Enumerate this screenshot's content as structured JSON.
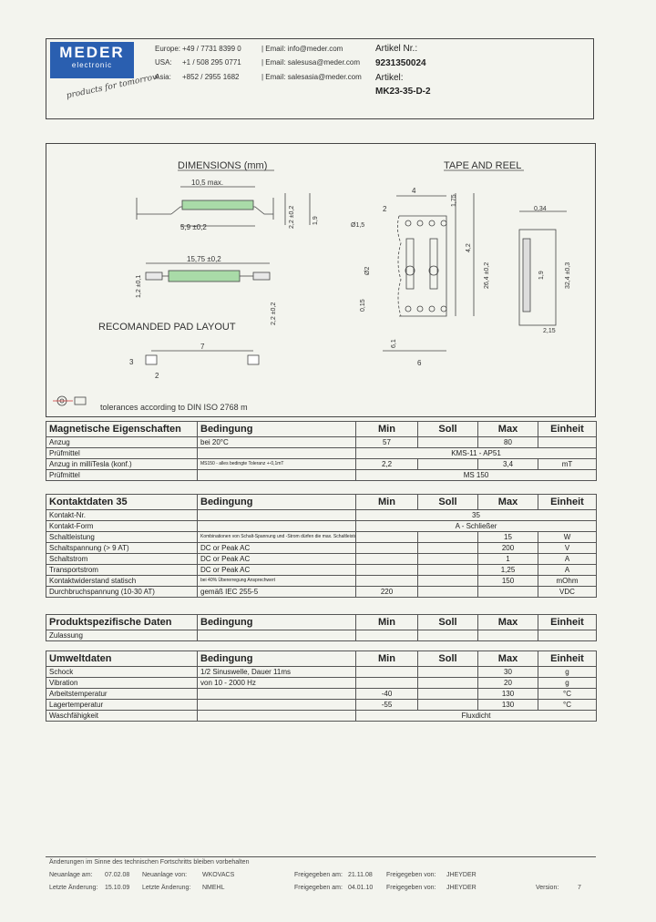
{
  "header": {
    "logo_line1": "MEDER",
    "logo_line2": "electronic",
    "logo_signature": "products for tomorrow",
    "contacts": [
      {
        "region": "Europe:",
        "phone": "+49 / 7731 8399 0",
        "email": "| Email: info@meder.com"
      },
      {
        "region": "USA:",
        "phone": "+1 / 508 295 0771",
        "email": "| Email: salesusa@meder.com"
      },
      {
        "region": "Asia:",
        "phone": "+852 / 2955 1682",
        "email": "| Email: salesasia@meder.com"
      }
    ],
    "artikel_nr_label": "Artikel Nr.:",
    "artikel_nr_value": "9231350024",
    "artikel_label": "Artikel:",
    "artikel_value": "MK23-35-D-2"
  },
  "drawing": {
    "dimensions_title": "DIMENSIONS (mm)",
    "tape_title": "TAPE AND REEL",
    "pad_title": "RECOMANDED PAD LAYOUT",
    "tolerance_note": "tolerances according to DIN ISO 2768 m",
    "dims": {
      "max_len": "10,5 max.",
      "d1": "5,9 ±0,2",
      "d2": "15,75 ±0,2",
      "d3": "1,2 ±0,1",
      "d4": "2,2 ±0,2",
      "d5": "2,2 ±0,2",
      "d6": "1,9",
      "pad_w": "7",
      "pad_h": "3",
      "pad_s": "2",
      "t1": "4",
      "t2": "2",
      "t3": "1,75",
      "t4": "4,2",
      "t5": "26,4 ±0,2",
      "t6": "0,34",
      "t7": "1,9",
      "t8": "32,4 ±0,3",
      "t9": "0,15",
      "t10": "6,1",
      "t11": "6",
      "t12": "2,15",
      "t13": "Ø1,5",
      "t14": "Ø2"
    }
  },
  "columns": {
    "cond": "Bedingung",
    "min": "Min",
    "soll": "Soll",
    "max": "Max",
    "unit": "Einheit"
  },
  "sections": [
    {
      "title": "Magnetische Eigenschaften",
      "rows": [
        {
          "name": "Anzug",
          "cond": "bei 20°C",
          "min": "57",
          "soll": "",
          "max": "80",
          "unit": "",
          "merged": ""
        },
        {
          "name": "Prüfmittel",
          "cond": "",
          "min": "",
          "soll": "",
          "max": "",
          "unit": "",
          "merged": "KMS-11 - AP51"
        },
        {
          "name": "Anzug in milliTesla (konf.)",
          "cond": "MS150 - alles bedingte Toleranz +-0,1mT",
          "tiny": true,
          "min": "2,2",
          "soll": "",
          "max": "3,4",
          "unit": "mT",
          "merged": ""
        },
        {
          "name": "Prüfmittel",
          "cond": "",
          "min": "",
          "soll": "",
          "max": "",
          "unit": "",
          "merged": "MS 150"
        }
      ]
    },
    {
      "title": "Kontaktdaten  35",
      "rows": [
        {
          "name": "Kontakt-Nr.",
          "cond": "",
          "min": "",
          "soll": "",
          "max": "",
          "unit": "",
          "merged": "35"
        },
        {
          "name": "Kontakt-Form",
          "cond": "",
          "min": "",
          "soll": "",
          "max": "",
          "unit": "",
          "merged": "A - Schließer"
        },
        {
          "name": "Schaltleistung",
          "cond": "Kombinationen von Schalt-Spannung und -Strom dürfen die max. Schaltleistung nicht überschreiten",
          "tiny": true,
          "min": "",
          "soll": "",
          "max": "15",
          "unit": "W",
          "merged": ""
        },
        {
          "name": "Schaltspannung (> 9 AT)",
          "cond": "DC or Peak AC",
          "min": "",
          "soll": "",
          "max": "200",
          "unit": "V",
          "merged": ""
        },
        {
          "name": "Schaltstrom",
          "cond": "DC or Peak AC",
          "min": "",
          "soll": "",
          "max": "1",
          "unit": "A",
          "merged": ""
        },
        {
          "name": "Transportstrom",
          "cond": "DC or Peak AC",
          "min": "",
          "soll": "",
          "max": "1,25",
          "unit": "A",
          "merged": ""
        },
        {
          "name": "Kontaktwiderstand statisch",
          "cond": "bei 40% Übererregung Ansprechwert",
          "tiny": true,
          "min": "",
          "soll": "",
          "max": "150",
          "unit": "mOhm",
          "merged": ""
        },
        {
          "name": "Durchbruchspannung (10-30 AT)",
          "cond": "gemäß  IEC 255-5",
          "min": "220",
          "soll": "",
          "max": "",
          "unit": "VDC",
          "merged": ""
        }
      ]
    },
    {
      "title": "Produktspezifische Daten",
      "rows": [
        {
          "name": "Zulassung",
          "cond": "",
          "min": "",
          "soll": "",
          "max": "",
          "unit": "",
          "merged": ""
        }
      ]
    },
    {
      "title": "Umweltdaten",
      "rows": [
        {
          "name": "Schock",
          "cond": "1/2 Sinuswelle, Dauer 11ms",
          "min": "",
          "soll": "",
          "max": "30",
          "unit": "g",
          "merged": ""
        },
        {
          "name": "Vibration",
          "cond": "von  10 - 2000 Hz",
          "min": "",
          "soll": "",
          "max": "20",
          "unit": "g",
          "merged": ""
        },
        {
          "name": "Arbeitstemperatur",
          "cond": "",
          "min": "-40",
          "soll": "",
          "max": "130",
          "unit": "°C",
          "merged": ""
        },
        {
          "name": "Lagertemperatur",
          "cond": "",
          "min": "-55",
          "soll": "",
          "max": "130",
          "unit": "°C",
          "merged": ""
        },
        {
          "name": "Waschfähigkeit",
          "cond": "",
          "min": "",
          "soll": "",
          "max": "",
          "unit": "",
          "merged": "Fluxdicht"
        }
      ]
    }
  ],
  "footer": {
    "note": "Änderungen im Sinne des technischen Fortschritts bleiben vorbehalten",
    "r1": {
      "a": "Neuanlage am:",
      "b": "07.02.08",
      "c": "Neuanlage von:",
      "d": "WKOVACS",
      "e": "Freigegeben am:",
      "f": "21.11.08",
      "g": "Freigegeben von:",
      "h": "JHEYDER"
    },
    "r2": {
      "a": "Letzte Änderung:",
      "b": "15.10.09",
      "c": "Letzte Änderung:",
      "d": "NMEHL",
      "e": "Freigegeben am:",
      "f": "04.01.10",
      "g": "Freigegeben von:",
      "h": "JHEYDER",
      "i": "Version:",
      "j": "7"
    }
  }
}
